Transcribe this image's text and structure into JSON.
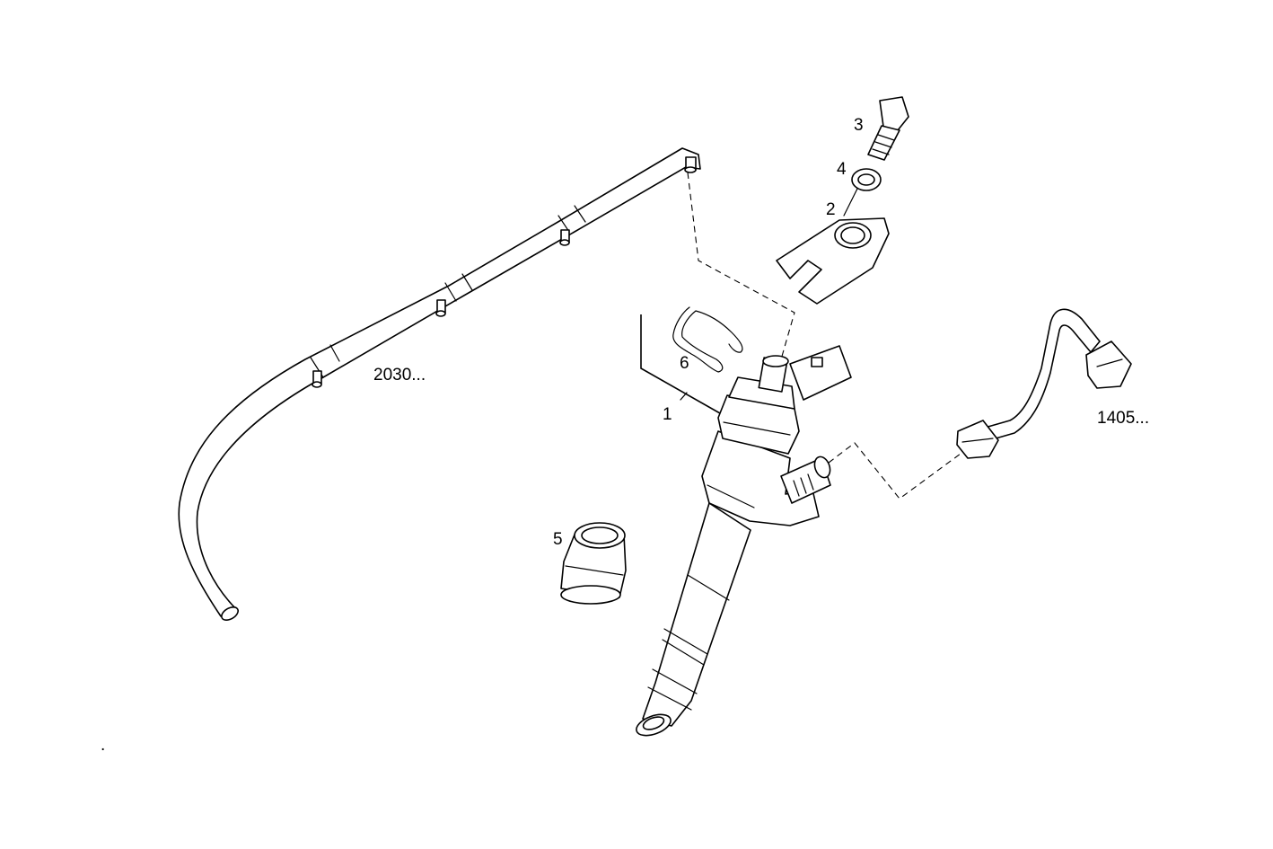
{
  "diagram": {
    "labels": {
      "part_1": "1",
      "part_2": "2",
      "part_3": "3",
      "part_4": "4",
      "part_5": "5",
      "part_6": "6",
      "ref_return_line": "2030...",
      "ref_pressure_pipe": "1405...",
      "stray_mark": "."
    }
  }
}
